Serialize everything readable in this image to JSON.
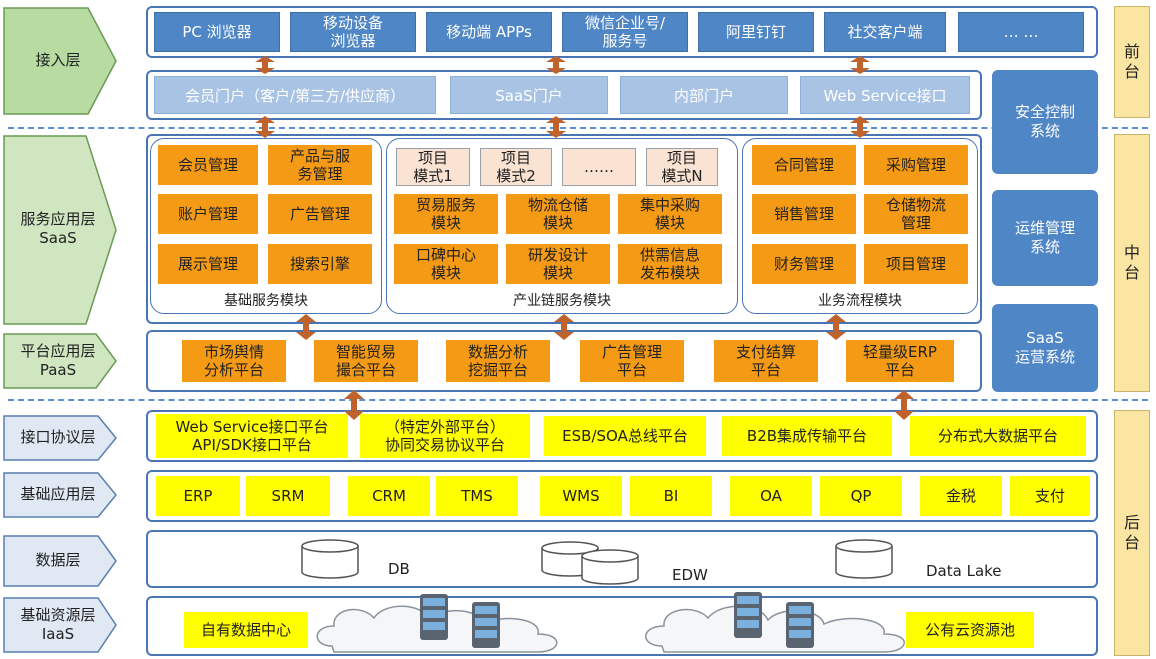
{
  "layers": {
    "access": "接入层",
    "service": "服务应用层\nSaaS",
    "platform": "平台应用层\nPaaS",
    "interface": "接口协议层",
    "basic_app": "基础应用层",
    "data": "数据层",
    "resource": "基础资源层\nIaaS"
  },
  "tiers": {
    "front": "前\n台",
    "middle": "中\n台",
    "back": "后\n台"
  },
  "access_clients": [
    "PC 浏览器",
    "移动设备\n浏览器",
    "移动端 APPs",
    "微信企业号/\n服务号",
    "阿里钉钉",
    "社交客户端",
    "… …"
  ],
  "portals": [
    "会员门户（客户/第三方/供应商）",
    "SaaS门户",
    "内部门户",
    "Web Service接口"
  ],
  "systems": [
    "安全控制\n系统",
    "运维管理\n系统",
    "SaaS\n运营系统"
  ],
  "basic_service": {
    "caption": "基础服务模块",
    "items": [
      "会员管理",
      "产品与服\n务管理",
      "账户管理",
      "广告管理",
      "展示管理",
      "搜索引擎"
    ]
  },
  "industry_chain": {
    "caption": "产业链服务模块",
    "modes": [
      "项目\n模式1",
      "项目\n模式2",
      "……",
      "项目\n模式N"
    ],
    "items": [
      "贸易服务\n模块",
      "物流仓储\n模块",
      "集中采购\n模块",
      "口碑中心\n模块",
      "研发设计\n模块",
      "供需信息\n发布模块"
    ]
  },
  "business_flow": {
    "caption": "业务流程模块",
    "items": [
      "合同管理",
      "采购管理",
      "销售管理",
      "仓储物流\n管理",
      "财务管理",
      "项目管理"
    ]
  },
  "paas_items": [
    "市场舆情\n分析平台",
    "智能贸易\n撮合平台",
    "数据分析\n挖掘平台",
    "广告管理\n平台",
    "支付结算\n平台",
    "轻量级ERP\n平台"
  ],
  "interface_items": [
    "Web Service接口平台\nAPI/SDK接口平台",
    "（特定外部平台）\n协同交易协议平台",
    "ESB/SOA总线平台",
    "B2B集成传输平台",
    "分布式大数据平台"
  ],
  "basic_apps": [
    "ERP",
    "SRM",
    "CRM",
    "TMS",
    "WMS",
    "BI",
    "OA",
    "QP",
    "金税",
    "支付"
  ],
  "data_stores": [
    "DB",
    "EDW",
    "Data Lake"
  ],
  "resources": [
    "自有数据中心",
    "公有云资源池"
  ]
}
